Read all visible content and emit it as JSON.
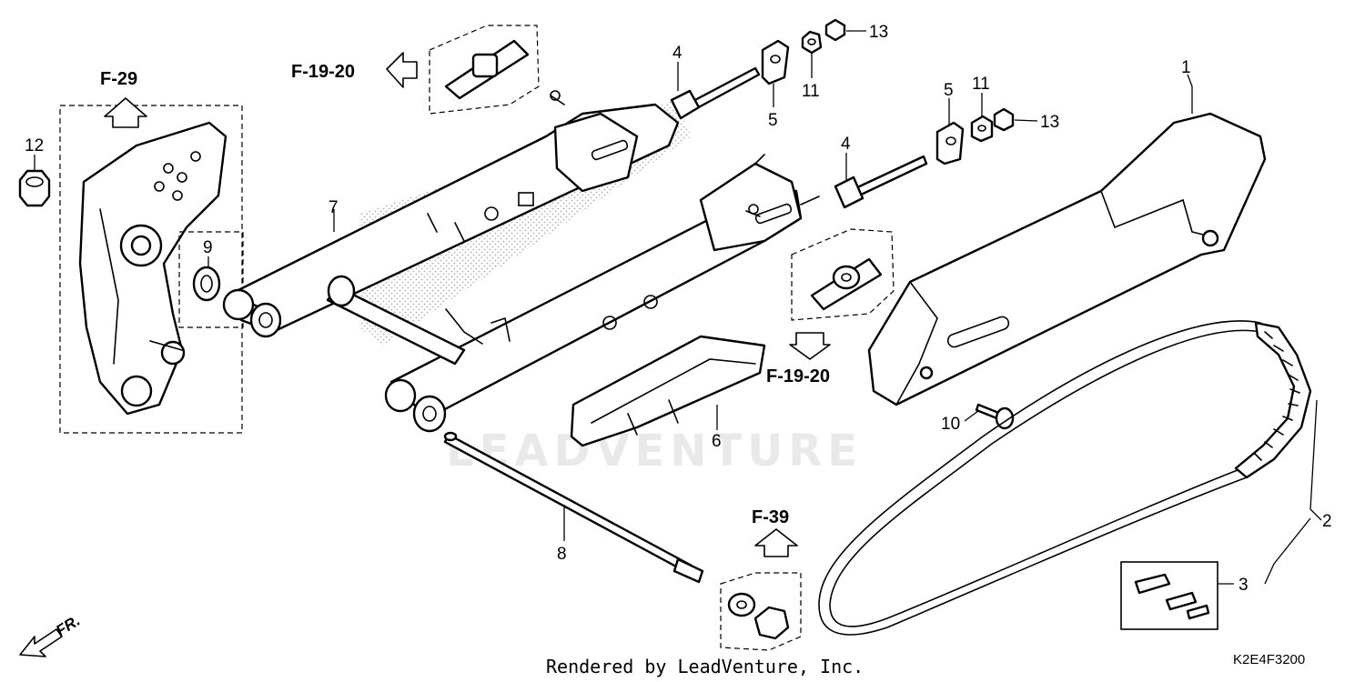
{
  "diagram": {
    "watermark": "LEADVENTURE",
    "footer": "Rendered by LeadVenture, Inc.",
    "diagram_code": "K2E4F3200",
    "front_marker": "FR.",
    "references": {
      "f29": "F-29",
      "f1920_top": "F-19-20",
      "f1920_mid": "F-19-20",
      "f39": "F-39"
    },
    "callouts": {
      "n1": "1",
      "n2": "2",
      "n3": "3",
      "n4a": "4",
      "n4b": "4",
      "n5a": "5",
      "n5b": "5",
      "n6": "6",
      "n7": "7",
      "n8": "8",
      "n9": "9",
      "n10": "10",
      "n11a": "11",
      "n11b": "11",
      "n12": "12",
      "n13a": "13",
      "n13b": "13"
    },
    "colors": {
      "line": "#000000",
      "watermark": "#e9e9e9",
      "stipple": "#b0b0b0"
    }
  }
}
